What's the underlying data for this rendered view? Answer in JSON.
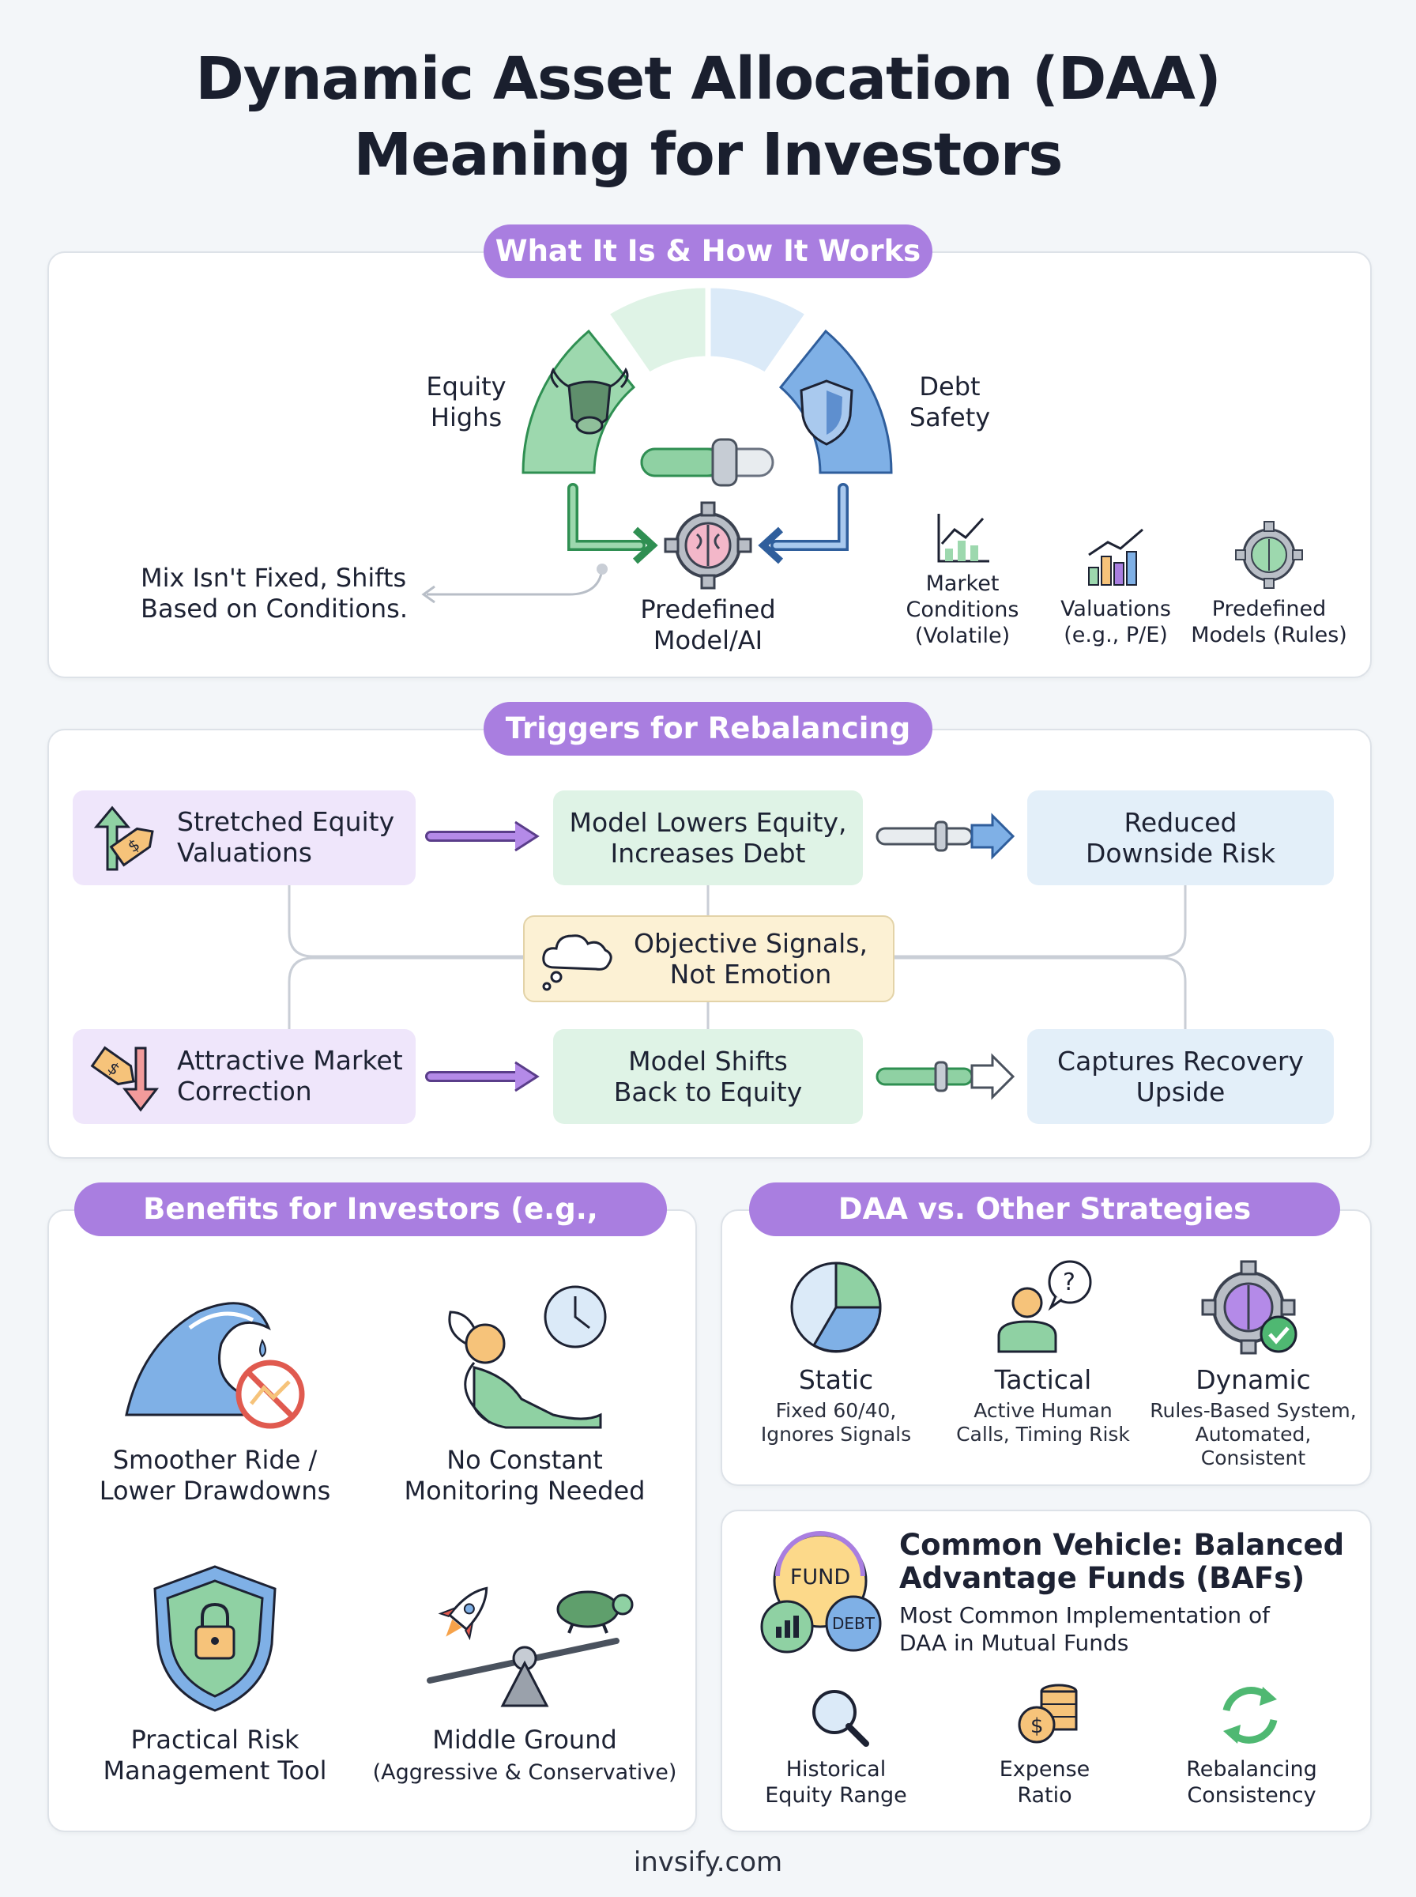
{
  "title_line1": "Dynamic Asset Allocation (DAA)",
  "title_line2": "Meaning for Investors",
  "section1": {
    "pill": "What It Is & How It Works",
    "equity_label": "Equity\nHighs",
    "debt_label": "Debt\nSafety",
    "mix_note": "Mix Isn't Fixed, Shifts\nBased on Conditions.",
    "model_label": "Predefined\nModel/AI",
    "inputs": [
      {
        "label": "Market\nConditions\n(Volatile)",
        "icon": "line-chart-icon"
      },
      {
        "label": "Valuations\n(e.g., P/E)",
        "icon": "bar-chart-icon"
      },
      {
        "label": "Predefined\nModels (Rules)",
        "icon": "gear-brain-icon"
      }
    ]
  },
  "section2": {
    "pill": "Triggers for Rebalancing",
    "row1": [
      "Stretched Equity\nValuations",
      "Model Lowers Equity,\nIncreases Debt",
      "Reduced\nDownside Risk"
    ],
    "center": "Objective Signals,\nNot Emotion",
    "row2": [
      "Attractive Market\nCorrection",
      "Model Shifts\nBack to Equity",
      "Captures Recovery\nUpside"
    ]
  },
  "section3": {
    "pill": "Benefits for Investors (e.g., Salaried)",
    "items": [
      {
        "label": "Smoother Ride /\nLower Drawdowns",
        "icon": "wave-icon"
      },
      {
        "label": "No Constant\nMonitoring Needed",
        "icon": "relaxed-person-icon"
      },
      {
        "label": "Practical Risk\nManagement Tool",
        "icon": "shield-lock-icon"
      },
      {
        "label": "Middle Ground",
        "sub": "(Aggressive & Conservative)",
        "icon": "seesaw-icon"
      }
    ]
  },
  "section4": {
    "pill": "DAA vs. Other Strategies",
    "items": [
      {
        "title": "Static",
        "desc": "Fixed 60/40,\nIgnores Signals",
        "icon": "pie-chart-icon"
      },
      {
        "title": "Tactical",
        "desc": "Active Human\nCalls, Timing Risk",
        "icon": "person-question-icon"
      },
      {
        "title": "Dynamic",
        "desc": "Rules-Based System,\nAutomated,\nConsistent",
        "icon": "gear-check-icon"
      }
    ]
  },
  "section5": {
    "title": "Common Vehicle: Balanced\nAdvantage Funds (BAFs)",
    "subtitle": "Most Common Implementation of\nDAA in Mutual Funds",
    "fund_badge": "FUND",
    "debt_badge": "DEBT",
    "items": [
      {
        "label": "Historical\nEquity Range",
        "icon": "magnifier-icon"
      },
      {
        "label": "Expense\nRatio",
        "icon": "coins-icon"
      },
      {
        "label": "Rebalancing\nConsistency",
        "icon": "refresh-icon"
      }
    ]
  },
  "footer": "invsify.com"
}
